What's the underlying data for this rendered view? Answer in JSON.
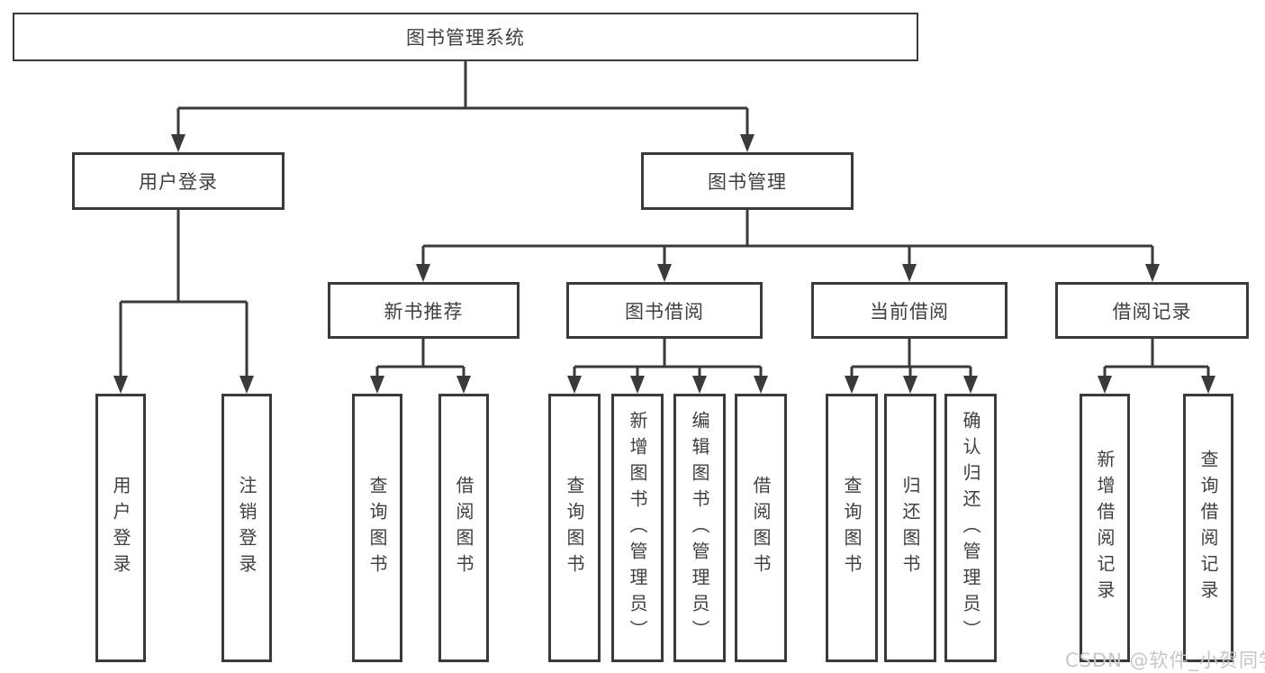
{
  "tree": {
    "root": {
      "label": "图书管理系统"
    },
    "branches": [
      {
        "label": "用户登录",
        "children": [
          {
            "label": "用户登录"
          },
          {
            "label": "注销登录"
          }
        ]
      },
      {
        "label": "图书管理",
        "children": [
          {
            "label": "新书推荐",
            "children": [
              {
                "label": "查询图书"
              },
              {
                "label": "借阅图书"
              }
            ]
          },
          {
            "label": "图书借阅",
            "children": [
              {
                "label": "查询图书"
              },
              {
                "label": "新增图书（管理员）"
              },
              {
                "label": "编辑图书（管理员）"
              },
              {
                "label": "借阅图书"
              }
            ]
          },
          {
            "label": "当前借阅",
            "children": [
              {
                "label": "查询图书"
              },
              {
                "label": "归还图书"
              },
              {
                "label": "确认归还（管理员）"
              }
            ]
          },
          {
            "label": "借阅记录",
            "children": [
              {
                "label": "新增借阅记录"
              },
              {
                "label": "查询借阅记录"
              }
            ]
          }
        ]
      }
    ]
  },
  "watermark": {
    "text": "CSDN @软件_小贺同学"
  },
  "colors": {
    "line": "#3a3a3a",
    "border": "#3a3a3a",
    "text": "#3f3f3f",
    "background": "#ffffff",
    "watermark": "#c6c6c6"
  }
}
